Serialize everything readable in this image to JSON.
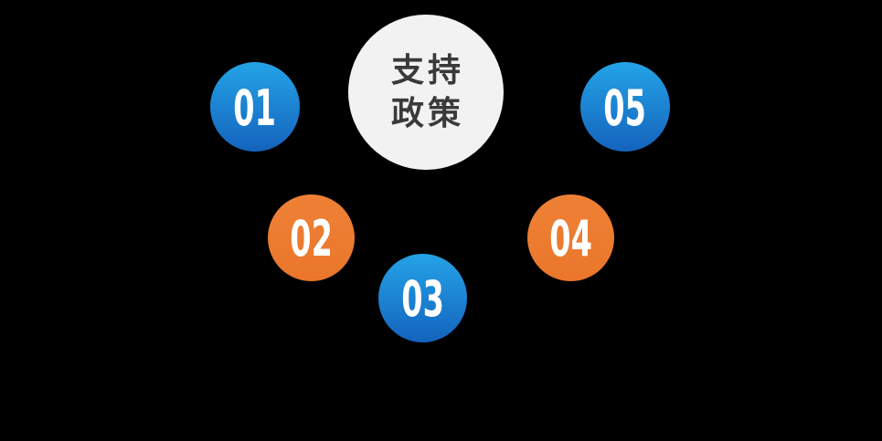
{
  "diagram": {
    "hub": {
      "line1": "支持",
      "line2": "政策"
    },
    "nodes": [
      {
        "id": "node-01",
        "label": "01",
        "scheme": "blue"
      },
      {
        "id": "node-02",
        "label": "02",
        "scheme": "orange"
      },
      {
        "id": "node-03",
        "label": "03",
        "scheme": "blue"
      },
      {
        "id": "node-04",
        "label": "04",
        "scheme": "orange"
      },
      {
        "id": "node-05",
        "label": "05",
        "scheme": "blue"
      }
    ],
    "colors": {
      "background": "#000000",
      "hub_fill": "#F2F2F2",
      "hub_text": "#3A3A3A",
      "blue_gradient_top": "#24A3E6",
      "blue_gradient_bottom": "#1463BD",
      "orange_top": "#EE8136",
      "orange_bottom": "#EA762B",
      "node_text": "#FFFFFF"
    }
  }
}
